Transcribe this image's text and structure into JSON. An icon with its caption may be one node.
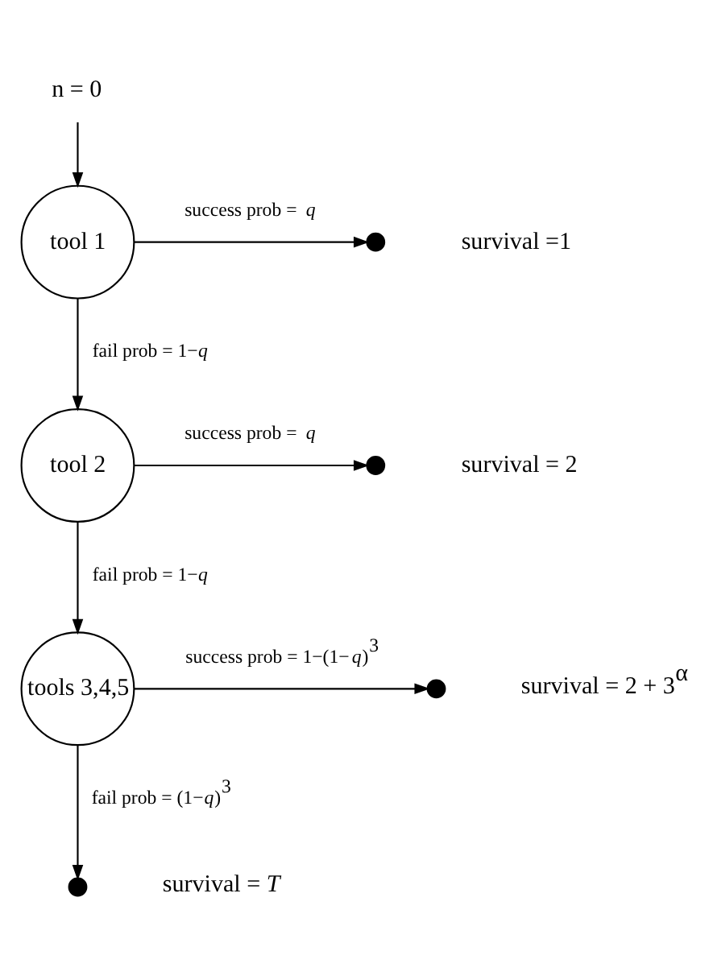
{
  "diagram": {
    "nodes": [
      {
        "text": [
          "n = 0"
        ]
      },
      {
        "text": [
          "tool 1"
        ]
      },
      {
        "text": [],
        "shape": "circle",
        "beside": [
          "survival =1"
        ]
      },
      {
        "text": [
          "tool 2"
        ]
      },
      {
        "text": [],
        "shape": "circle",
        "beside": [
          "survival = 2"
        ]
      },
      {
        "text": [
          "tools 3,4,5"
        ]
      },
      {
        "text": [],
        "shape": "circle",
        "beside": [
          "survival = 2 + 3$^{α}$"
        ]
      },
      {
        "text": [],
        "shape": "circle",
        "beside": [
          "survival = *T*"
        ]
      }
    ],
    "edges": [
      {
        "from": 0,
        "to": 1,
        "arrow": "to"
      },
      {
        "from": 1,
        "to": 2,
        "arrow": "to",
        "label": "success prob = *q*"
      },
      {
        "from": 1,
        "to": 3,
        "arrow": "to",
        "label": "fail prob = 1−*q*"
      },
      {
        "from": 3,
        "to": 4,
        "arrow": "to",
        "label": "success prob = *q*"
      },
      {
        "from": 3,
        "to": 5,
        "arrow": "to",
        "label": "fail prob = 1−*q*"
      },
      {
        "from": 5,
        "to": 6,
        "arrow": "to",
        "label": "success prob = 1−(1−*q*)$^{3}$"
      },
      {
        "from": 5,
        "to": 7,
        "arrow": "to",
        "label": "fail prob = (1−*q*)$^{3}$"
      }
    ]
  }
}
